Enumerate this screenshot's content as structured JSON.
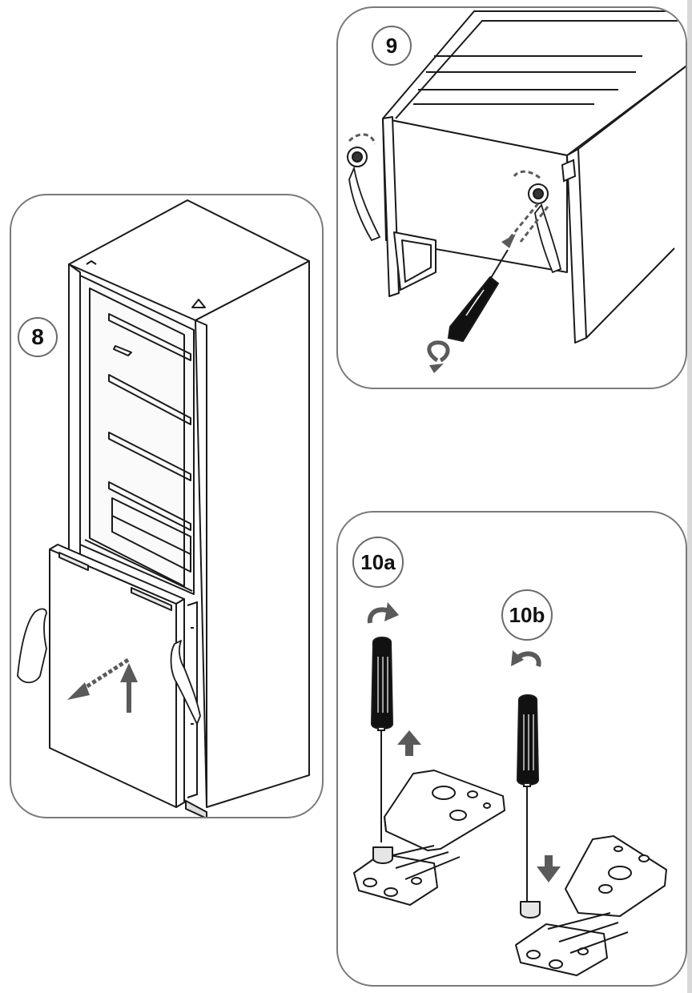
{
  "steps": {
    "step8": "8",
    "step9": "9",
    "step10a": "10a",
    "step10b": "10b"
  },
  "colors": {
    "panel_border": "#7a7a7a",
    "line": "#1a1a1a",
    "arrow_fill": "#5a5a5a",
    "handle": "#111111"
  },
  "icons": [
    "fridge-outline",
    "hand-icon",
    "screwdriver-icon",
    "rotate-arrow-icon",
    "door-hinge-plate"
  ]
}
